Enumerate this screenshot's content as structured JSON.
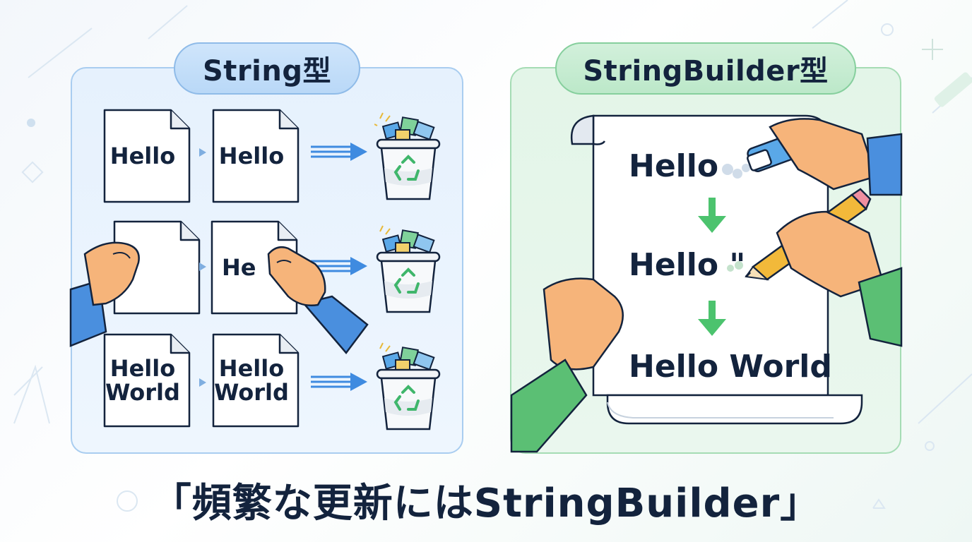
{
  "colors": {
    "string_panel": "#e6f1fd",
    "string_border": "#a9cdf0",
    "builder_panel": "#e3f5e8",
    "builder_border": "#a5dcb4",
    "arrow_blue": "#3f8be0",
    "arrow_green": "#4cc36e",
    "text": "#13233d"
  },
  "string_panel": {
    "title": "String型",
    "rows": [
      {
        "source": "Hello",
        "copy": "Hello"
      },
      {
        "source": "",
        "copy": "He"
      },
      {
        "source": "Hello\nWorld",
        "copy": "Hello\nWorld"
      }
    ],
    "icons": [
      "arrow-icon",
      "recycle-bin-icon",
      "hand-icon"
    ]
  },
  "builder_panel": {
    "title": "StringBuilder型",
    "lines": [
      "Hello",
      "Hello \"",
      "Hello World"
    ],
    "icons": [
      "scroll-icon",
      "eraser-icon",
      "pencil-icon",
      "hand-icon",
      "down-arrow-icon"
    ]
  },
  "caption": "「頻繁な更新にはStringBuilder」"
}
